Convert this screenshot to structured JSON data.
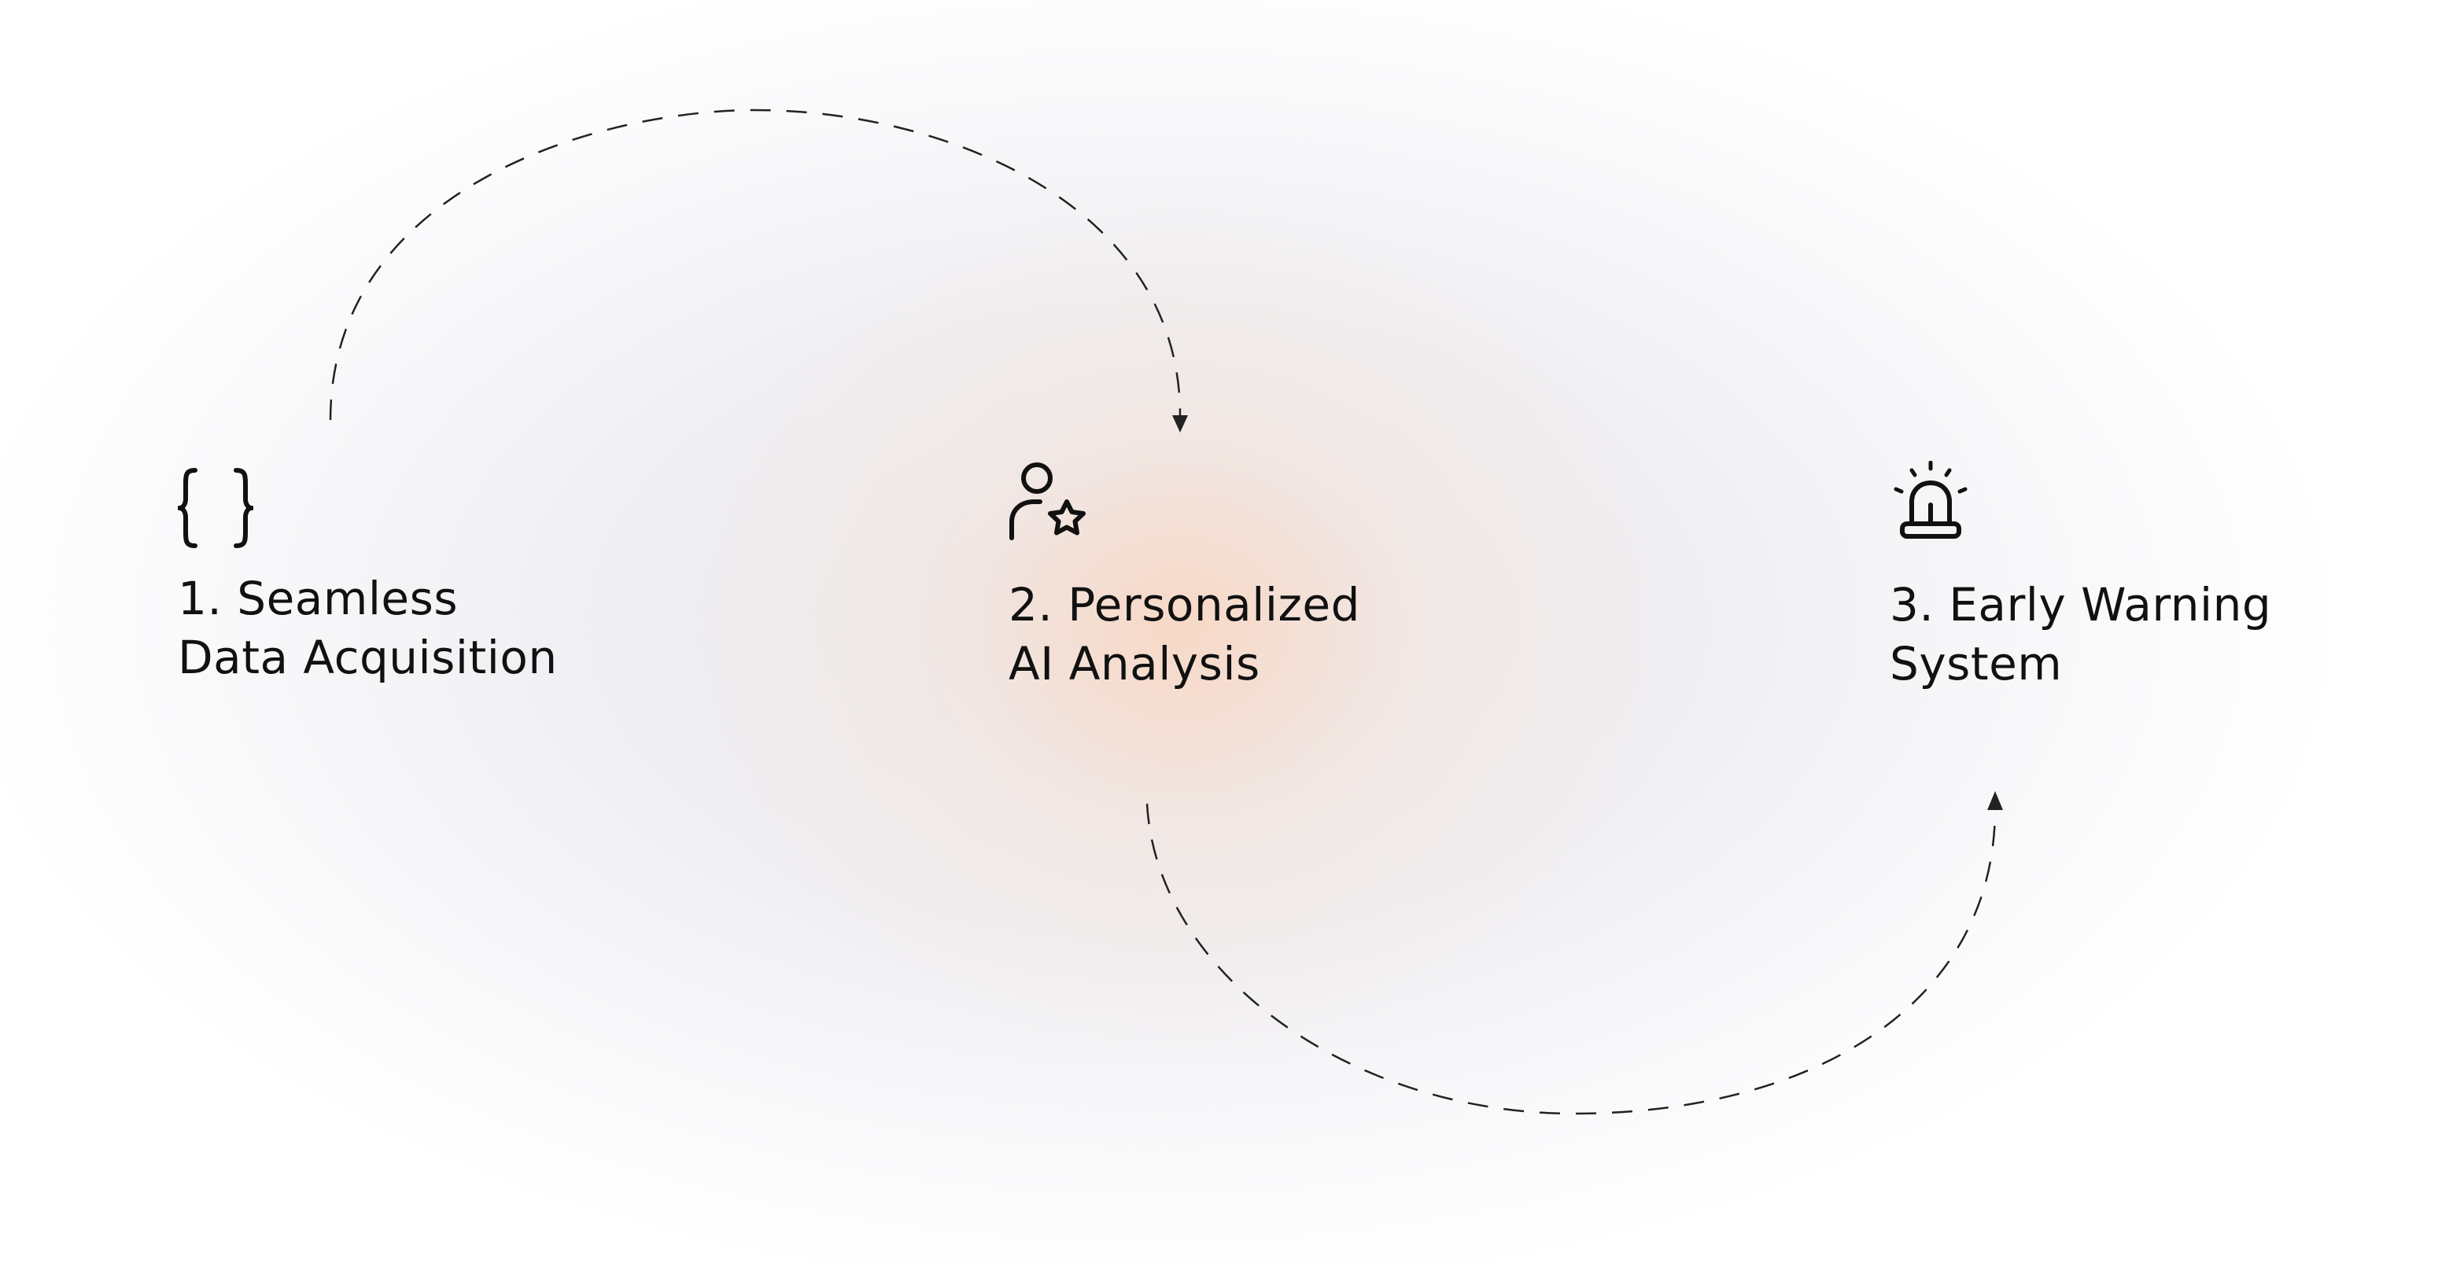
{
  "steps": [
    {
      "icon": "curly-braces-icon",
      "line1": "1. Seamless",
      "line2": "Data Acquisition"
    },
    {
      "icon": "user-star-icon",
      "line1": "2. Personalized",
      "line2": "AI Analysis"
    },
    {
      "icon": "siren-alarm-icon",
      "line1": "3. Early Warning",
      "line2": "System"
    }
  ],
  "colors": {
    "text": "#111111",
    "connector": "#222222",
    "background": "#efeef2",
    "glow": "#fad4bc"
  }
}
